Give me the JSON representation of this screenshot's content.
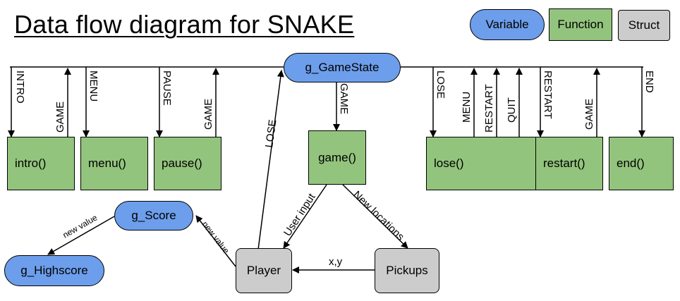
{
  "title": "Data flow diagram for SNAKE",
  "legend": {
    "variable": "Variable",
    "function": "Function",
    "struct": "Struct"
  },
  "nodes": {
    "g_gamestate": "g_GameState",
    "intro": "intro()",
    "menu": "menu()",
    "pause": "pause()",
    "game": "game()",
    "lose": "lose()",
    "restart": "restart()",
    "end": "end()",
    "g_score": "g_Score",
    "g_highscore": "g_Highscore",
    "player": "Player",
    "pickups": "Pickups"
  },
  "edge_labels": {
    "intro_in": "INTRO",
    "intro_out": "GAME",
    "menu_in": "MENU",
    "pause_in": "PAUSE",
    "pause_out": "GAME",
    "game_in": "GAME",
    "lose_in": "LOSE",
    "lose_menu": "MENU",
    "lose_restart": "RESTART",
    "lose_quit": "QUIT",
    "restart_in": "RESTART",
    "restart_out": "GAME",
    "end_in": "END",
    "player_lose": "LOSE",
    "user_input": "User input",
    "new_locations": "New locations",
    "xy": "x,y",
    "score_new_value": "new value",
    "highscore_new_value": "new value"
  },
  "colors": {
    "function": "#93c47d",
    "variable": "#6d9eeb",
    "struct": "#cccccc"
  }
}
